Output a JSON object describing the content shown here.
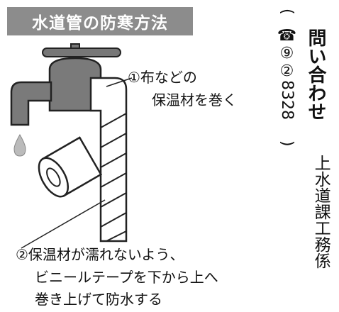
{
  "title": "水道管の防寒方法",
  "label1": {
    "line1": "①布などの",
    "line2": "保温材を巻く"
  },
  "label2": {
    "line1": "②保温材が濡れないよう、",
    "line2": "ビニールテープを下から上へ",
    "line3": "巻き上げて防水する"
  },
  "contact": {
    "paren_open": "(",
    "phone_icon": "☎",
    "area_code": "⑨②",
    "number": "8328",
    "paren_close": ")",
    "question_col1": "問い合わせ",
    "department": "上水道課工務係"
  },
  "icons": {
    "phone": "phone-icon"
  },
  "colors": {
    "title_bg": "#8c8c8c",
    "title_fg": "#ffffff"
  }
}
